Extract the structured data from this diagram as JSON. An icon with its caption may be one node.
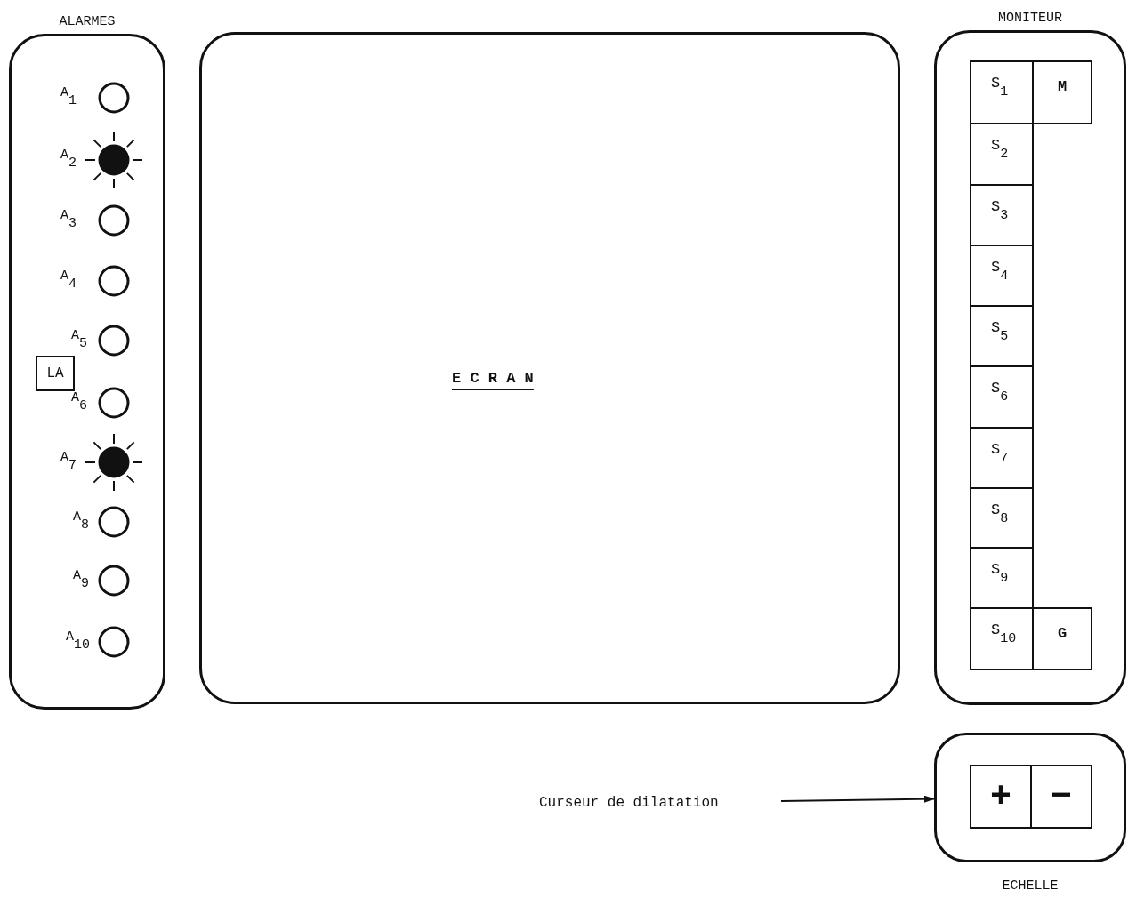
{
  "diagram": {
    "nodes": [
      {
        "text": [
          "ALARMES"
        ]
      },
      {
        "text": [
          "A$_{1}$"
        ],
        "in": 0
      },
      {
        "text": [
          "A$_{2}$"
        ],
        "in": 0
      },
      {
        "text": [
          "A$_{3}$"
        ],
        "in": 0
      },
      {
        "text": [
          "A$_{4}$"
        ],
        "in": 0
      },
      {
        "text": [
          "A$_{5}$"
        ],
        "in": 0
      },
      {
        "text": [
          "A$_{6}$"
        ],
        "in": 0
      },
      {
        "text": [
          "A$_{7}$"
        ],
        "in": 0
      },
      {
        "text": [
          "A$_{8}$"
        ],
        "in": 0
      },
      {
        "text": [
          "A$_{9}$"
        ],
        "in": 0
      },
      {
        "text": [
          "A$_{10}$"
        ],
        "in": 0
      },
      {
        "text": [
          "LA"
        ],
        "in": 0
      },
      {
        "text": [
          "E C R A N"
        ]
      },
      {
        "text": [
          "MONITEUR"
        ]
      },
      {
        "text": [
          "S$_{1}$"
        ],
        "in": 13
      },
      {
        "text": [
          "M"
        ],
        "in": 13
      },
      {
        "text": [
          "S$_{2}$"
        ],
        "in": 13
      },
      {
        "text": [
          "S$_{3}$"
        ],
        "in": 13
      },
      {
        "text": [
          "S$_{4}$"
        ],
        "in": 13
      },
      {
        "text": [
          "S$_{5}$"
        ],
        "in": 13
      },
      {
        "text": [
          "S$_{6}$"
        ],
        "in": 13
      },
      {
        "text": [
          "S$_{7}$"
        ],
        "in": 13
      },
      {
        "text": [
          "S$_{8}$"
        ],
        "in": 13
      },
      {
        "text": [
          "S$_{9}$"
        ],
        "in": 13
      },
      {
        "text": [
          "S$_{10}$"
        ],
        "in": 13
      },
      {
        "text": [
          "G"
        ],
        "in": 13
      },
      {
        "text": [
          "ECHELLE"
        ]
      },
      {
        "text": [
          "+"
        ],
        "in": 26
      },
      {
        "text": [
          "−"
        ],
        "in": 26
      },
      {
        "text": [
          "Curseur de dilatation"
        ]
      }
    ],
    "edges": [
      {
        "from": 29,
        "to": 26,
        "arrow": "to"
      }
    ]
  }
}
